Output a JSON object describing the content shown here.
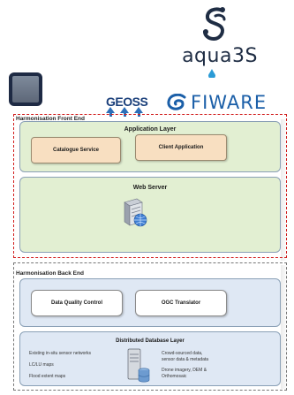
{
  "branding": {
    "aqua3s_text": "aqua3S",
    "geoss_text": "GEOSS",
    "fiware_text": "FIWARE"
  },
  "front_end": {
    "title": "Harmonisation Front End",
    "application_layer": {
      "title": "Application Layer",
      "catalogue_service": "Catalogue Service",
      "client_application": "Client Application"
    },
    "web_server": {
      "title": "Web Server"
    }
  },
  "back_end": {
    "title": "Harmonisation Back End",
    "data_quality_control": "Data Quality Control",
    "ogc_translator": "OGC Translator",
    "database_layer": {
      "title": "Distributed Database Layer",
      "left_items": [
        "Existing in-situ sensor networks",
        "LC/LU maps",
        "Flood extent maps"
      ],
      "right_items": [
        "Crowd-sourced data,",
        "sensor data & metadata",
        "Drone imagery, DEM &",
        "Orthomosaic"
      ]
    }
  },
  "colors": {
    "front_end_border": "#d11b1b",
    "back_end_border": "#777777",
    "green_layer": "#e2efd2",
    "blue_layer": "#dfe8f4",
    "orange_box": "#f8dfc1"
  }
}
